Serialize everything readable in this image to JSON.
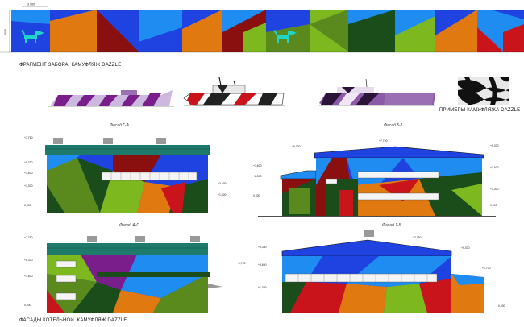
{
  "colors": {
    "blue": "#1f43e0",
    "sky": "#1e8cf0",
    "orange": "#e07a10",
    "darkred": "#8a1010",
    "red": "#c8141a",
    "green": "#1a4d1a",
    "lime": "#7cb81e",
    "olive": "#5a8a1e",
    "purple": "#7a1e8c",
    "teal": "#2aa89a",
    "cyan": "#21d4c8",
    "roof": "#1e7a6a"
  },
  "fence": {
    "caption": "ФРАГМЕНТ ЗАБОРА. КАМУФЛЯЖ DAZZLE",
    "dim_top": "3 000",
    "dim_side": "2000"
  },
  "examples": {
    "caption": "ПРИМЕРЫ КАМУФЛЯЖА DAZZLE"
  },
  "facades": {
    "caption": "ФАСАДЫ КОТЕЛЬНОЙ. КАМУФЛЯЖ DAZZLE",
    "titles": {
      "a": "Фасад Г-А",
      "b": "Фасад 5-1",
      "c": "Фасад А-Г",
      "d": "Фасад 1-5"
    },
    "levels": {
      "a_left": [
        "+7,760",
        "+5,330",
        "+3,600",
        "+1,300",
        "0,000"
      ],
      "a_right": [
        "+3,600",
        "+1,300"
      ],
      "b_left": [
        "+5,330",
        "+3,600",
        "+2,500",
        "0,000"
      ],
      "b_top": "+7,760",
      "b_right": [
        "+5,330",
        "+3,600",
        "+1,300",
        "0,000"
      ],
      "c_left": [
        "+7,760",
        "+5,330",
        "+3,600",
        "0,000"
      ],
      "c_right": "+1,700",
      "d_left": [
        "+5,330",
        "+3,600",
        "+1,300"
      ],
      "d_top": "+7,760",
      "d_right": [
        "+5,330",
        "+1,700",
        "0,000"
      ]
    }
  }
}
